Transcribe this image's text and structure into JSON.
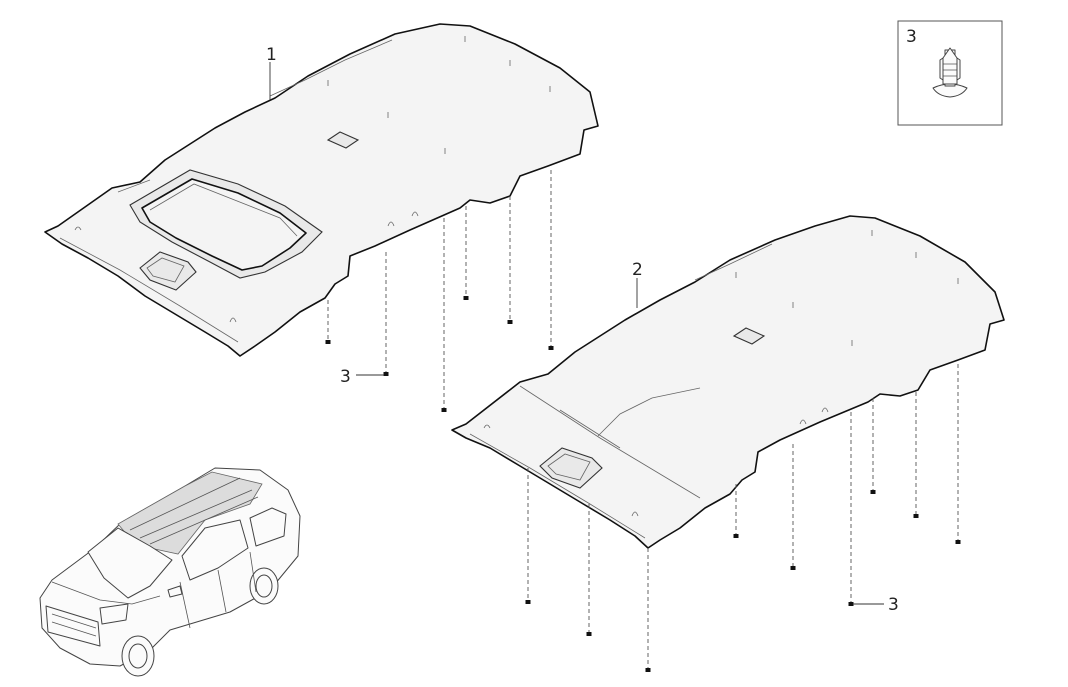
{
  "diagram": {
    "callouts": [
      {
        "id": "headliner-1",
        "label": "1"
      },
      {
        "id": "headliner-2",
        "label": "2"
      },
      {
        "id": "clip-left",
        "label": "3"
      },
      {
        "id": "clip-right",
        "label": "3"
      },
      {
        "id": "inset",
        "label": "3"
      }
    ]
  },
  "icons": [
    "push-clip-icon",
    "suv-vehicle-icon"
  ]
}
